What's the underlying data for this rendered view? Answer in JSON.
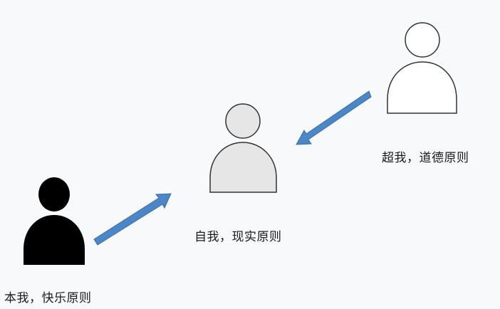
{
  "diagram": {
    "figures": [
      {
        "id": "id",
        "label": "本我，快乐原则",
        "fill": "#000000",
        "stroke": "#000000"
      },
      {
        "id": "ego",
        "label": "自我，现实原则",
        "fill": "#e6e6e6",
        "stroke": "#333333"
      },
      {
        "id": "superego",
        "label": "超我，道德原则",
        "fill": "#ffffff",
        "stroke": "#333333"
      }
    ],
    "arrows": [
      {
        "from": "id",
        "to": "ego",
        "color": "#4a86c8"
      },
      {
        "from": "superego",
        "to": "ego",
        "color": "#4a86c8"
      }
    ],
    "background": "#f7f9fb"
  }
}
